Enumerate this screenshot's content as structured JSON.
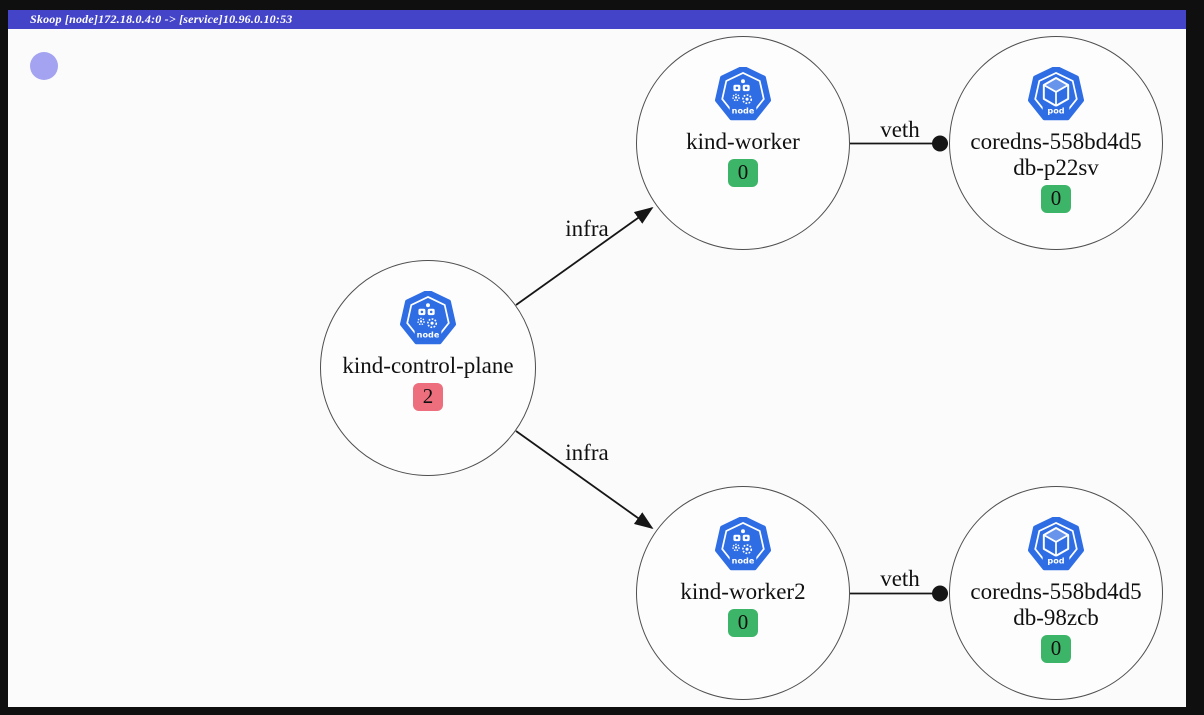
{
  "titlebar": {
    "title": "Skoop [node]172.18.0.4:0 -> [service]10.96.0.10:53",
    "background": "#4444c8"
  },
  "canvas": {
    "background": "#fbfbfb",
    "legend_dot_color": "#a3a3f1"
  },
  "icons": {
    "node_label": "node",
    "pod_label": "pod",
    "kubernetes_blue": "#2e6de4"
  },
  "nodes": [
    {
      "name": "kind-control-plane",
      "kind": "node",
      "lines": [
        "kind-control-plane"
      ],
      "badge": "2",
      "badge_color": "#ed6e7d"
    },
    {
      "name": "kind-worker",
      "kind": "node",
      "lines": [
        "kind-worker"
      ],
      "badge": "0",
      "badge_color": "#3db568"
    },
    {
      "name": "coredns-558bd4d5db-p22sv",
      "kind": "pod",
      "lines": [
        "coredns-558bd4d5",
        "db-p22sv"
      ],
      "badge": "0",
      "badge_color": "#3db568"
    },
    {
      "name": "kind-worker2",
      "kind": "node",
      "lines": [
        "kind-worker2"
      ],
      "badge": "0",
      "badge_color": "#3db568"
    },
    {
      "name": "coredns-558bd4d5db-98zcb",
      "kind": "pod",
      "lines": [
        "coredns-558bd4d5",
        "db-98zcb"
      ],
      "badge": "0",
      "badge_color": "#3db568"
    }
  ],
  "edges": [
    {
      "label": "infra",
      "from": "kind-control-plane",
      "to": "kind-worker",
      "style": "arrow"
    },
    {
      "label": "infra",
      "from": "kind-control-plane",
      "to": "kind-worker2",
      "style": "arrow"
    },
    {
      "label": "veth",
      "from": "kind-worker",
      "to": "coredns-558bd4d5db-p22sv",
      "style": "dot"
    },
    {
      "label": "veth",
      "from": "kind-worker2",
      "to": "coredns-558bd4d5db-98zcb",
      "style": "dot"
    }
  ]
}
